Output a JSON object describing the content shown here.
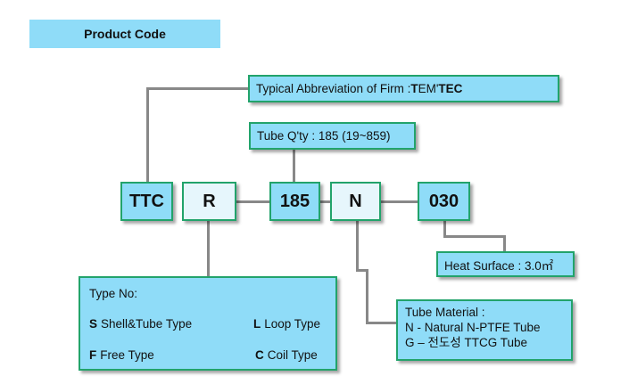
{
  "header": {
    "title": "Product Code"
  },
  "firm": {
    "prefix": "Typical Abbreviation of Firm : ",
    "b1": "T",
    "mid": "EM'",
    "b2": "TEC"
  },
  "tube_qty": {
    "label": "Tube Q'ty : 185 (19~859)"
  },
  "codes": {
    "ttc": "TTC",
    "r": "R",
    "qty": "185",
    "n": "N",
    "area": "030"
  },
  "heat_surface": {
    "label": "Heat Surface : 3.0㎡"
  },
  "type": {
    "title": "Type No:",
    "items": [
      {
        "key": "S",
        "text": "Shell&Tube Type"
      },
      {
        "key": "L",
        "text": "Loop Type"
      },
      {
        "key": "F",
        "text": "Free Type"
      },
      {
        "key": "C",
        "text": "Coil Type"
      }
    ]
  },
  "material": {
    "title": "Tube Material :",
    "line1": "N - Natural N-PTFE Tube",
    "line2": "G – 전도성 TTCG Tube"
  },
  "colors": {
    "box_fill": "#8fdcf8",
    "box_border": "#22a36b",
    "connector": "#888888"
  }
}
